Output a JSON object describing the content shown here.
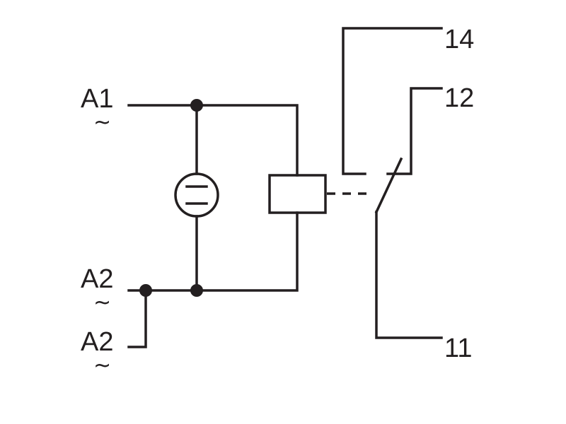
{
  "terminals": {
    "a1": "A1",
    "a2_upper": "A2",
    "a2_lower": "A2",
    "t14": "14",
    "t12": "12",
    "t11": "11"
  },
  "ac_symbol": "~",
  "colors": {
    "line": "#231f20",
    "background": "#ffffff"
  },
  "components": {
    "indicator": "glow-lamp",
    "coil": "relay-coil",
    "switch": "changeover-contact"
  }
}
